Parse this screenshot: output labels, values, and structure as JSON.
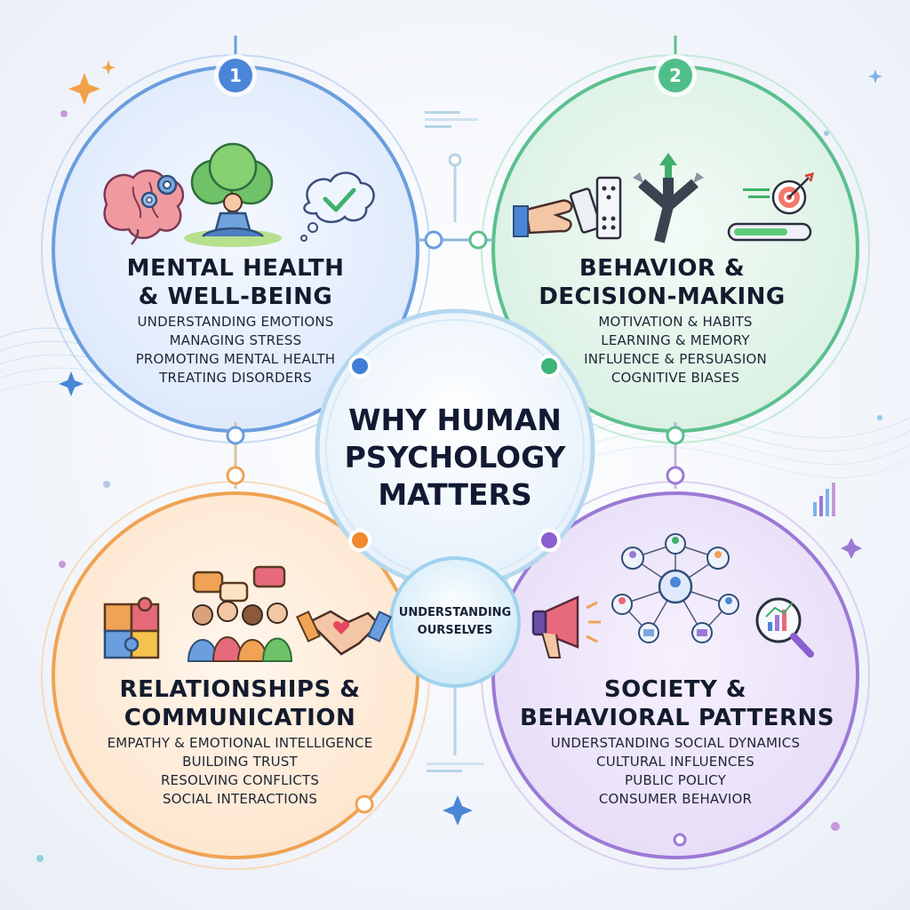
{
  "center": {
    "title_lines": [
      "WHY HUMAN",
      "PSYCHOLOGY",
      "MATTERS"
    ],
    "subtitle_lines": [
      "UNDERSTANDING",
      "OURSELVES"
    ]
  },
  "quadrants": [
    {
      "number": "1",
      "title_lines": [
        "MENTAL HEALTH",
        "& WELL-BEING"
      ],
      "items": [
        "UNDERSTANDING EMOTIONS",
        "MANAGING STRESS",
        "PROMOTING MENTAL HEALTH",
        "TREATING DISORDERS"
      ],
      "color": "#5b8ed6",
      "icons": [
        "brain-gears-icon",
        "meditation-tree-icon",
        "thought-cloud-check-icon"
      ]
    },
    {
      "number": "2",
      "title_lines": [
        "BEHAVIOR &",
        "DECISION-MAKING"
      ],
      "items": [
        "MOTIVATION & HABITS",
        "LEARNING & MEMORY",
        "INFLUENCE & PERSUASION",
        "COGNITIVE BIASES"
      ],
      "color": "#4fbf8a",
      "icons": [
        "hand-domino-icon",
        "road-fork-arrows-icon",
        "target-progress-icon"
      ]
    },
    {
      "title_lines": [
        "RELATIONSHIPS &",
        "COMMUNICATION"
      ],
      "items": [
        "EMPATHY & EMOTIONAL INTELLIGENCE",
        "BUILDING TRUST",
        "RESOLVING CONFLICTS",
        "SOCIAL INTERACTIONS"
      ],
      "color": "#f0a354",
      "icons": [
        "puzzle-pieces-icon",
        "people-speech-bubbles-icon",
        "handshake-heart-icon"
      ]
    },
    {
      "title_lines": [
        "SOCIETY &",
        "BEHAVIORAL PATTERNS"
      ],
      "items": [
        "UNDERSTANDING SOCIAL DYNAMICS",
        "CULTURAL INFLUENCES",
        "PUBLIC POLICY",
        "CONSUMER BEHAVIOR"
      ],
      "color": "#9b7ad6",
      "icons": [
        "megaphone-icon",
        "social-network-icon",
        "magnifier-chart-icon"
      ]
    }
  ]
}
